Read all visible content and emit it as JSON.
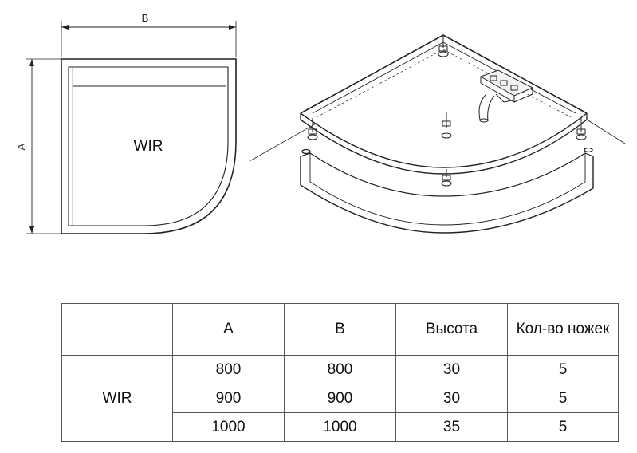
{
  "drawing": {
    "dim_a": "A",
    "dim_b": "B",
    "tray_label": "WIR"
  },
  "table": {
    "headers": [
      "",
      "A",
      "B",
      "Высота",
      "Кол-во ножек"
    ],
    "model": "WIR",
    "rows": [
      {
        "a": "800",
        "b": "800",
        "height": "30",
        "legs": "5"
      },
      {
        "a": "900",
        "b": "900",
        "height": "30",
        "legs": "5"
      },
      {
        "a": "1000",
        "b": "1000",
        "height": "35",
        "legs": "5"
      }
    ]
  }
}
